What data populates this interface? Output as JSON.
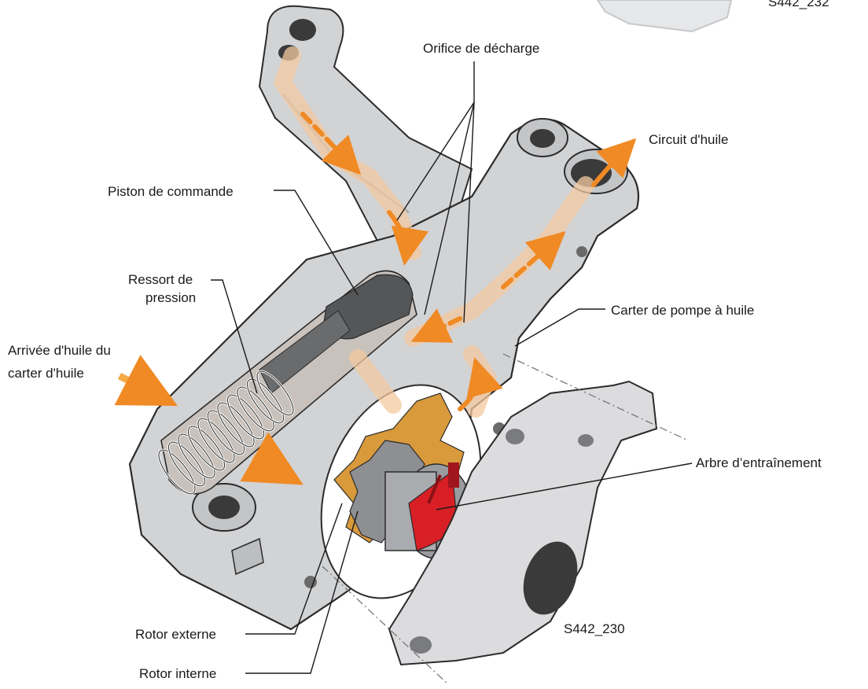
{
  "labels": {
    "orifice": "Orifice de décharge",
    "circuit": "Circuit d'huile",
    "piston": "Piston de commande",
    "ressort_1": "Ressort de",
    "ressort_2": "pression",
    "arrivee_1": "Arrivée d'huile du",
    "arrivee_2": "carter d'huile",
    "carter_pompe": "Carter de pompe à huile",
    "arbre": "Arbre d’entraînement",
    "rotor_externe": "Rotor externe",
    "rotor_interne": "Rotor interne"
  },
  "figure_codes": {
    "top_right_partial": "S442_232",
    "main": "S442_230"
  },
  "colors": {
    "housing": "#d2d3d5",
    "housing_shadow": "#a9abae",
    "outline": "#2b2b2b",
    "oil_arrow": "#f08a24",
    "oil_path": "#f3c9a0",
    "rotor_outer": "#d99a3c",
    "shaft_red": "#d81f26",
    "spring": "#ffffff"
  }
}
